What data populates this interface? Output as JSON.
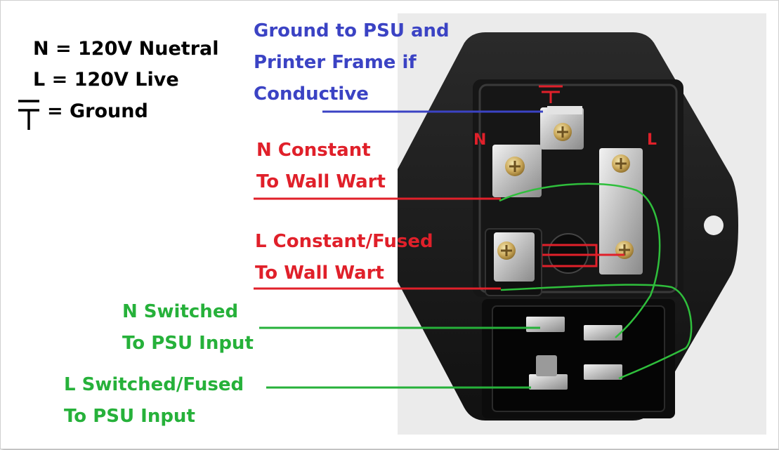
{
  "legend": {
    "line1": "N = 120V Nuetral",
    "line2": "L = 120V Live",
    "line3": "= Ground",
    "ground_icon": "ground-symbol-icon"
  },
  "labels": {
    "ground": [
      "Ground to PSU and",
      "Printer Frame if",
      "Conductive"
    ],
    "n_constant": [
      "N Constant",
      "To Wall Wart"
    ],
    "l_constant": [
      "L Constant/Fused",
      "To Wall Wart"
    ],
    "n_switched": [
      "N Switched",
      "To PSU Input"
    ],
    "l_switched": [
      "L Switched/Fused",
      "To PSU Input"
    ]
  },
  "terminal_tags": {
    "n": "N",
    "l": "L"
  },
  "colors": {
    "ground_label": "#3b43c4",
    "constant_label": "#e0202a",
    "switched_label": "#26b13a",
    "socket_body": "#1b1b1b",
    "metal": "#c9c9c9"
  }
}
